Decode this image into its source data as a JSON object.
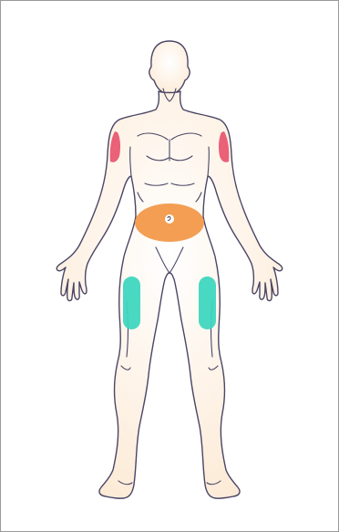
{
  "diagram": {
    "subject": "human-body-front-view",
    "colors": {
      "skin": "#fdf1e2",
      "outline": "#4a4565",
      "upper_arm_zone": "#e8546e",
      "abdomen_zone": "#f2994a",
      "thigh_zone": "#3fd6bf",
      "frame_border": "#9a9a9a"
    },
    "zones": [
      {
        "name": "left-upper-arm",
        "color_key": "upper_arm_zone"
      },
      {
        "name": "right-upper-arm",
        "color_key": "upper_arm_zone"
      },
      {
        "name": "abdomen",
        "color_key": "abdomen_zone"
      },
      {
        "name": "left-thigh",
        "color_key": "thigh_zone"
      },
      {
        "name": "right-thigh",
        "color_key": "thigh_zone"
      }
    ]
  }
}
